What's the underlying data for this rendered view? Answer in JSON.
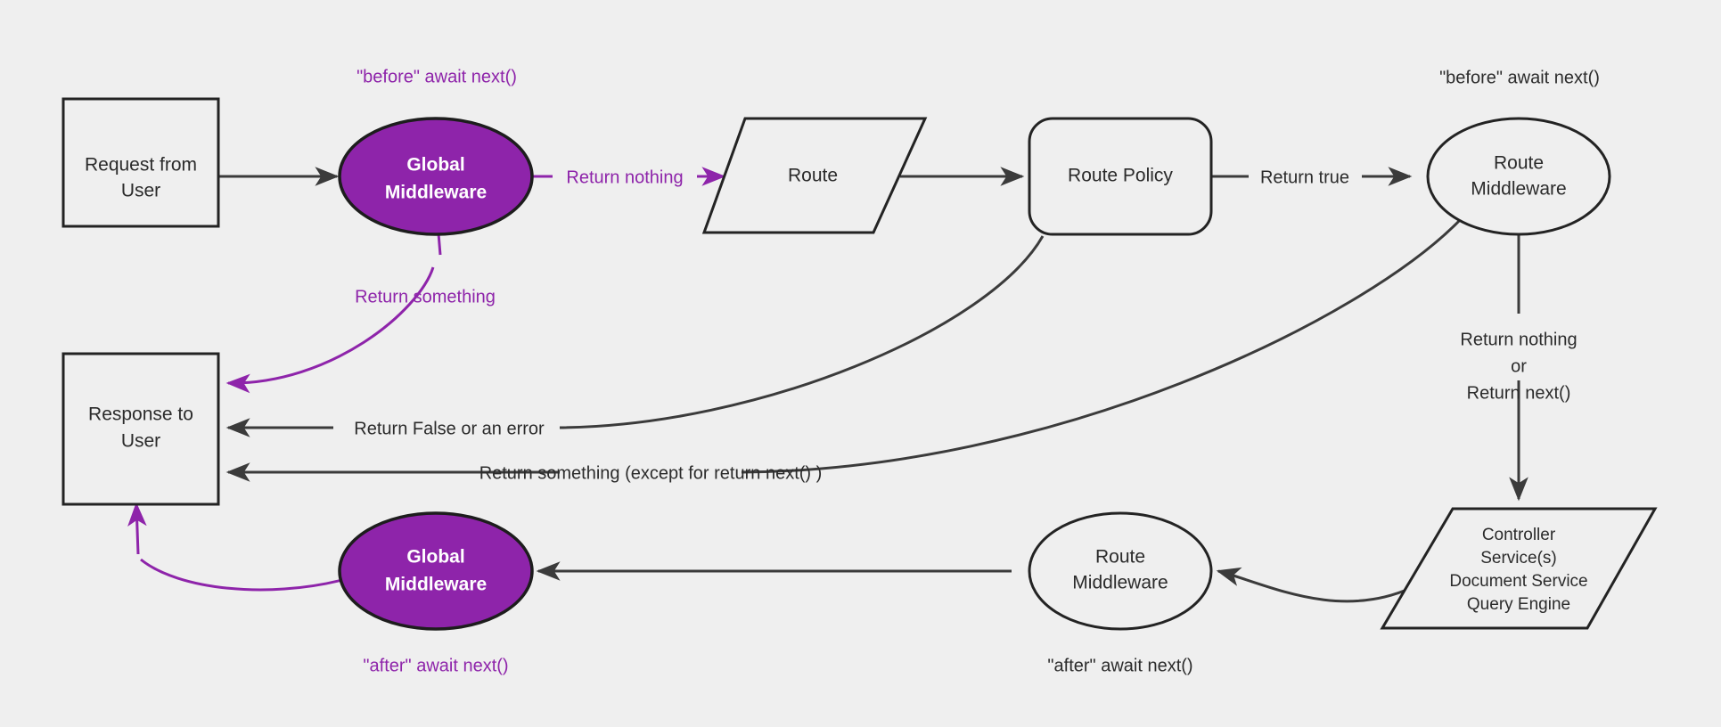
{
  "diagram": {
    "title": "Middleware request lifecycle flow",
    "background_color": "#efefef",
    "accent_color": "#8e24aa",
    "line_color": "#3b3b3b",
    "text_color": "#2b2b2b",
    "nodes": {
      "request": {
        "line1": "Request from",
        "line2": "User"
      },
      "global_middleware_top": {
        "line1": "Global",
        "line2": "Middleware"
      },
      "route": {
        "label": "Route"
      },
      "route_policy": {
        "label": "Route Policy"
      },
      "route_middleware_top": {
        "line1": "Route",
        "line2": "Middleware"
      },
      "controller": {
        "line1": "Controller",
        "line2": "Service(s)",
        "line3": "Document Service",
        "line4": "Query Engine"
      },
      "route_middleware_bottom": {
        "line1": "Route",
        "line2": "Middleware"
      },
      "global_middleware_bottom": {
        "line1": "Global",
        "line2": "Middleware"
      },
      "response": {
        "line1": "Response to",
        "line2": "User"
      }
    },
    "annotations": {
      "before_await_next_left": "\"before\" await next()",
      "before_await_next_right": "\"before\" await next()",
      "after_await_next_left": "\"after\" await next()",
      "after_await_next_right": "\"after\" await next()"
    },
    "edges": {
      "return_nothing": "Return nothing",
      "return_something_top": "Return something",
      "return_true": "Return true",
      "return_nothing_or_next_l1": "Return nothing",
      "return_nothing_or_next_l2": "or",
      "return_nothing_or_next_l3": "Return next()",
      "return_false_or_error": "Return False or an error",
      "return_something_except_next": "Return something (except for return next() )"
    }
  }
}
